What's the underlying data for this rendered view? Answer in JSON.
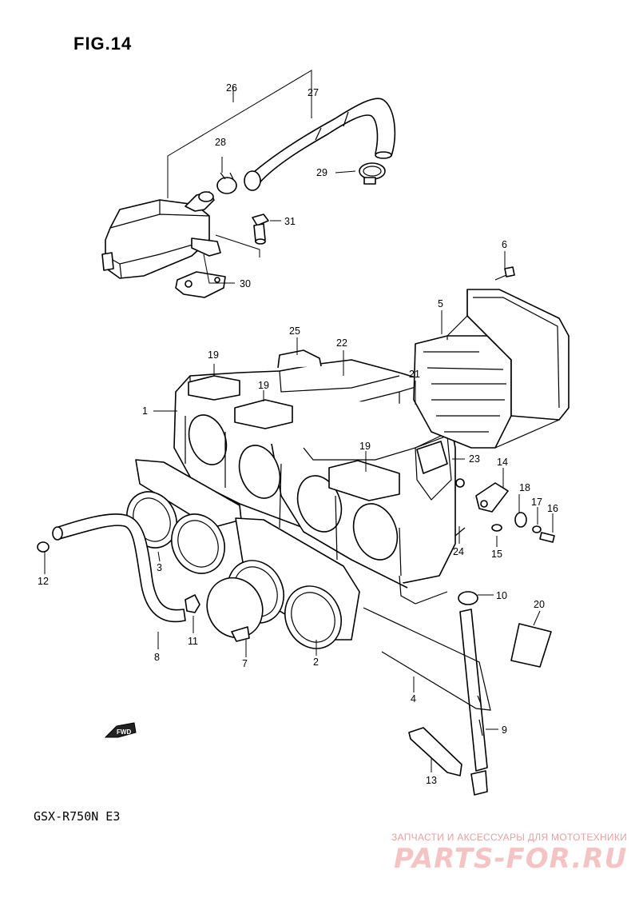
{
  "figure": {
    "title": "FIG.14",
    "model": "GSX-R750N E3"
  },
  "watermark": {
    "caption": "ЗАПЧАСТИ И АКСЕССУАРЫ ДЛЯ МОТОТЕХНИКИ",
    "brand": "PARTS-FOR.RU"
  },
  "fwd_badge": "FWD",
  "callouts": [
    {
      "id": "1",
      "label": "1"
    },
    {
      "id": "2",
      "label": "2"
    },
    {
      "id": "3",
      "label": "3"
    },
    {
      "id": "4",
      "label": "4"
    },
    {
      "id": "5",
      "label": "5"
    },
    {
      "id": "6",
      "label": "6"
    },
    {
      "id": "7",
      "label": "7"
    },
    {
      "id": "8",
      "label": "8"
    },
    {
      "id": "9",
      "label": "9"
    },
    {
      "id": "10",
      "label": "10"
    },
    {
      "id": "11",
      "label": "11"
    },
    {
      "id": "12",
      "label": "12"
    },
    {
      "id": "13",
      "label": "13"
    },
    {
      "id": "14",
      "label": "14"
    },
    {
      "id": "15",
      "label": "15"
    },
    {
      "id": "16",
      "label": "16"
    },
    {
      "id": "17",
      "label": "17"
    },
    {
      "id": "18",
      "label": "18"
    },
    {
      "id": "19a",
      "label": "19"
    },
    {
      "id": "19b",
      "label": "19"
    },
    {
      "id": "19c",
      "label": "19"
    },
    {
      "id": "20",
      "label": "20"
    },
    {
      "id": "21",
      "label": "21"
    },
    {
      "id": "22",
      "label": "22"
    },
    {
      "id": "23",
      "label": "23"
    },
    {
      "id": "24",
      "label": "24"
    },
    {
      "id": "25",
      "label": "25"
    },
    {
      "id": "26",
      "label": "26"
    },
    {
      "id": "27",
      "label": "27"
    },
    {
      "id": "28",
      "label": "28"
    },
    {
      "id": "29",
      "label": "29"
    },
    {
      "id": "30",
      "label": "30"
    },
    {
      "id": "31",
      "label": "31"
    }
  ]
}
